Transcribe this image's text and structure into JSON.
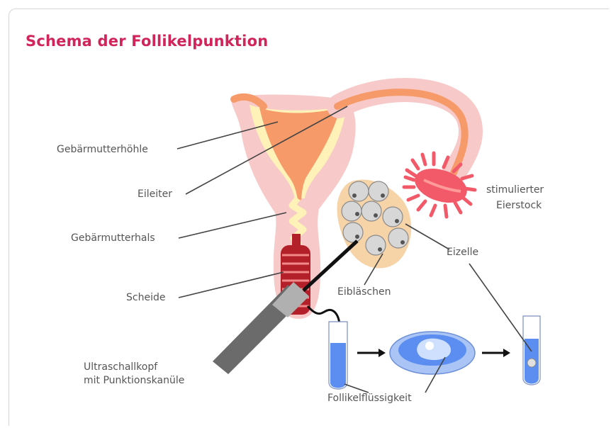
{
  "title": "Schema der Follikelpunktion",
  "labels": {
    "uterine_cavity": "Gebärmutterhöhle",
    "fallopian_tube": "Eileiter",
    "cervix": "Gebärmutterhals",
    "vagina": "Scheide",
    "probe_line1": "Ultraschallkopf",
    "probe_line2": "mit Punktionskanüle",
    "ovary_line1": "stimulierter",
    "ovary_line2": "Eierstock",
    "egg_cell": "Eizelle",
    "follicles": "Eibläschen",
    "follicular_fluid": "Follikelflüssigkeit"
  },
  "colors": {
    "title": "#d0245a",
    "uterus_outer": "#f7c9c9",
    "uterus_inner": "#fff2b8",
    "tube": "#f79a6a",
    "ovary": "#f25a6a",
    "vagina": "#b3202a",
    "fluid": "#5b8ef0",
    "follicle_bg": "#f7d3a8",
    "probe": "#6b6b6b",
    "text": "#555555"
  }
}
